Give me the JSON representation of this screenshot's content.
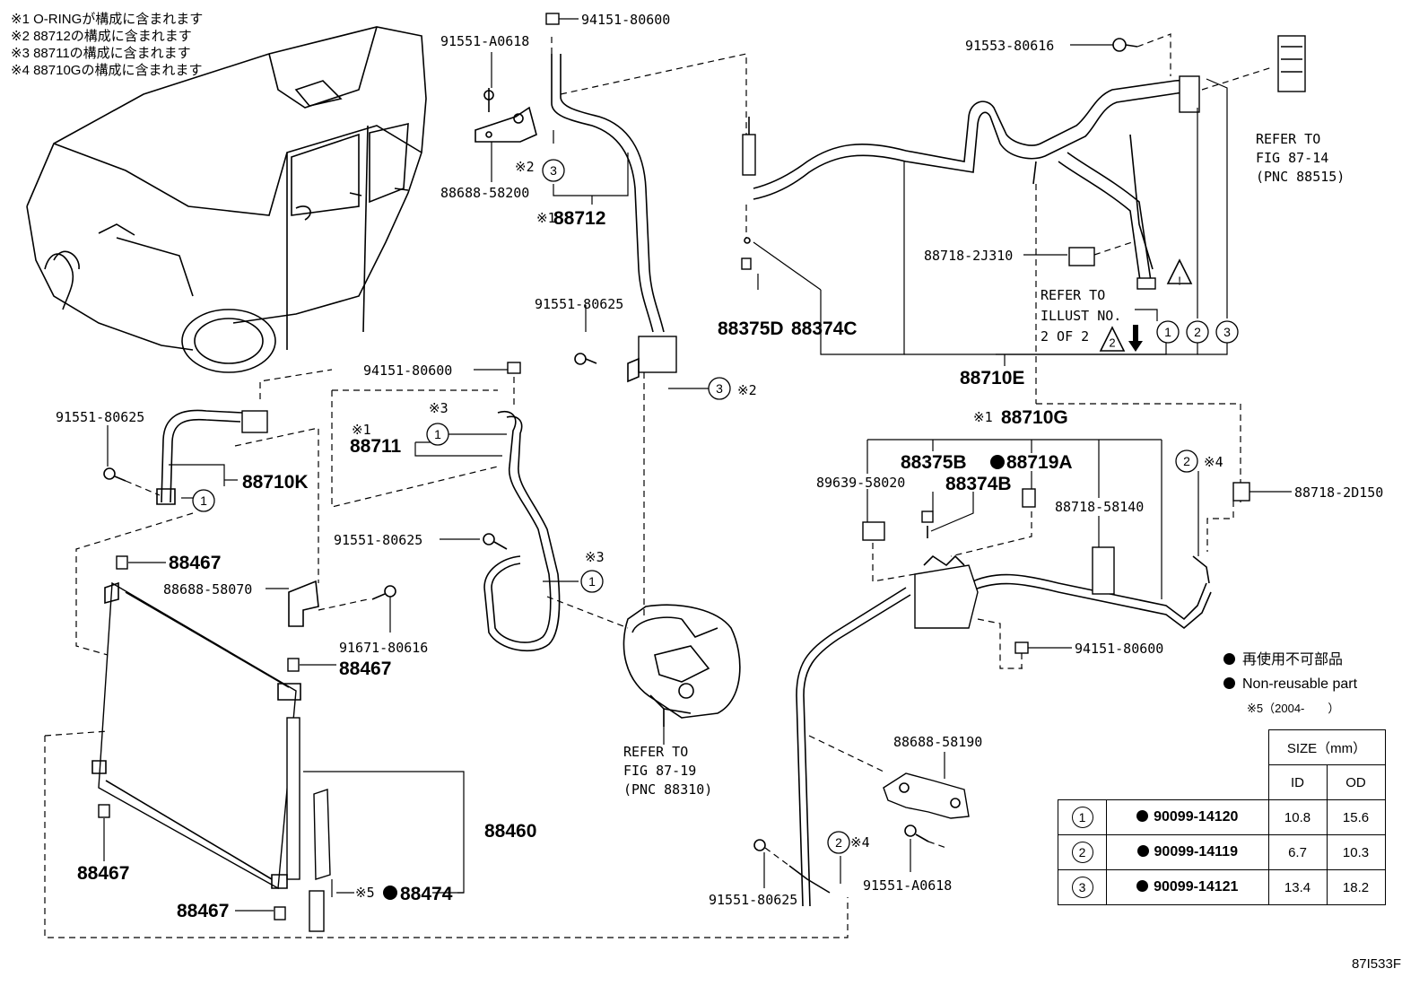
{
  "notes": [
    "※1 O-RINGが構成に含まれます",
    "※2 88712の構成に含まれます",
    "※3 88711の構成に含まれます",
    "※4 88710Gの構成に含まれます"
  ],
  "labels": {
    "p94151_80600_top": "94151-80600",
    "p91551_A0618_top": "91551-A0618",
    "p88688_58200": "88688-58200",
    "p88712": "88712",
    "note1_88712": "※1",
    "note2_a": "※2",
    "p91551_80625_mid": "91551-80625",
    "p94151_80600_mid": "94151-80600",
    "note2_b": "※2",
    "note3_a": "※3",
    "note1_88711": "※1",
    "p88711": "88711",
    "p91551_80625_left": "91551-80625",
    "p88710K": "88710K",
    "p91551_80625_hose": "91551-80625",
    "note3_b": "※3",
    "p88467_1": "88467",
    "p88688_58070": "88688-58070",
    "p91671_80616": "91671-80616",
    "p88467_2": "88467",
    "p88467_3": "88467",
    "p88467_4": "88467",
    "p88460": "88460",
    "note5": "※5",
    "p88474": "88474",
    "p91553_80616": "91553-80616",
    "p88718_2J310": "88718-2J310",
    "p88375D": "88375D",
    "p88374C": "88374C",
    "p88710E": "88710E",
    "note1_88710G": "※1",
    "p88710G": "88710G",
    "p88375B": "88375B",
    "p88719A": "88719A",
    "p88374B": "88374B",
    "p89639_58020": "89639-58020",
    "p88718_58140": "88718-58140",
    "p88718_2D150": "88718-2D150",
    "note4_a": "※4",
    "p94151_80600_right": "94151-80600",
    "p88688_58190": "88688-58190",
    "p91551_A0618_bot": "91551-A0618",
    "p91551_80625_bot": "91551-80625",
    "note4_b": "※4"
  },
  "refs": {
    "fig87_14": [
      "REFER TO",
      "FIG 87-14",
      "(PNC 88515)"
    ],
    "illust": [
      "REFER TO",
      "ILLUST NO.",
      "2 OF 2"
    ],
    "fig87_19": [
      "REFER TO",
      "FIG 87-19",
      "(PNC 88310)"
    ]
  },
  "circled": {
    "one": "1",
    "two": "2",
    "three": "3"
  },
  "warning_mark": "!",
  "warning_mark2": "2",
  "legend": {
    "ja": "再使用不可部品",
    "en": "Non-reusable part",
    "note5": "※5（2004-　　）"
  },
  "oring_table": {
    "size_header": "SIZE（mm）",
    "id_header": "ID",
    "od_header": "OD",
    "rows": [
      {
        "mark": "1",
        "part": "90099-14120",
        "id": "10.8",
        "od": "15.6"
      },
      {
        "mark": "2",
        "part": "90099-14119",
        "id": "6.7",
        "od": "10.3"
      },
      {
        "mark": "3",
        "part": "90099-14121",
        "id": "13.4",
        "od": "18.2"
      }
    ]
  },
  "figure_id": "87I533F"
}
